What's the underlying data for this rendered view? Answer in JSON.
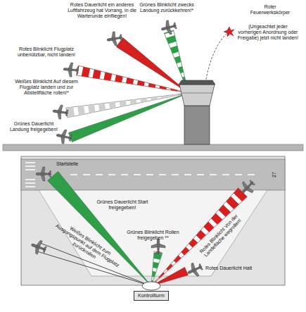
{
  "diagram": {
    "nodes": [
      {
        "text": [
          "Kontrollturm"
        ]
      }
    ],
    "labels": [
      "Rotes Dauerlicht ein anderes Luftfahrzeug hat Vorrang, in die Warterunde einfliegen!",
      "Grünes Blinklicht zwecks Landung zurückkehren!*",
      "Roter Feuerwerkskörper",
      "(Ungeachtet jeder vorherigen Anordnung oder Freigabe) jetzt nicht landen!",
      "Rotes Blinklicht Flugplatz unbenützbar, nicht landen!",
      "Weißes Blinklicht Auf diesem Flugplatz landen und zur Abstellfläche rollen!*",
      "Grünes Dauerlicht Landung freigegeben!",
      "Startstelle",
      "27",
      "Grünes Dauerlicht Start freigegeben!",
      "Rotes Blinklicht Von der Landefläche wegrollen!",
      "Grünes Blinklicht Rollen freigegeben **",
      "Weißes Blinklicht zum Ausgangspunkt auf dem Flugplatz zurückrollen",
      "Rotes Dauerlicht Halt"
    ]
  }
}
